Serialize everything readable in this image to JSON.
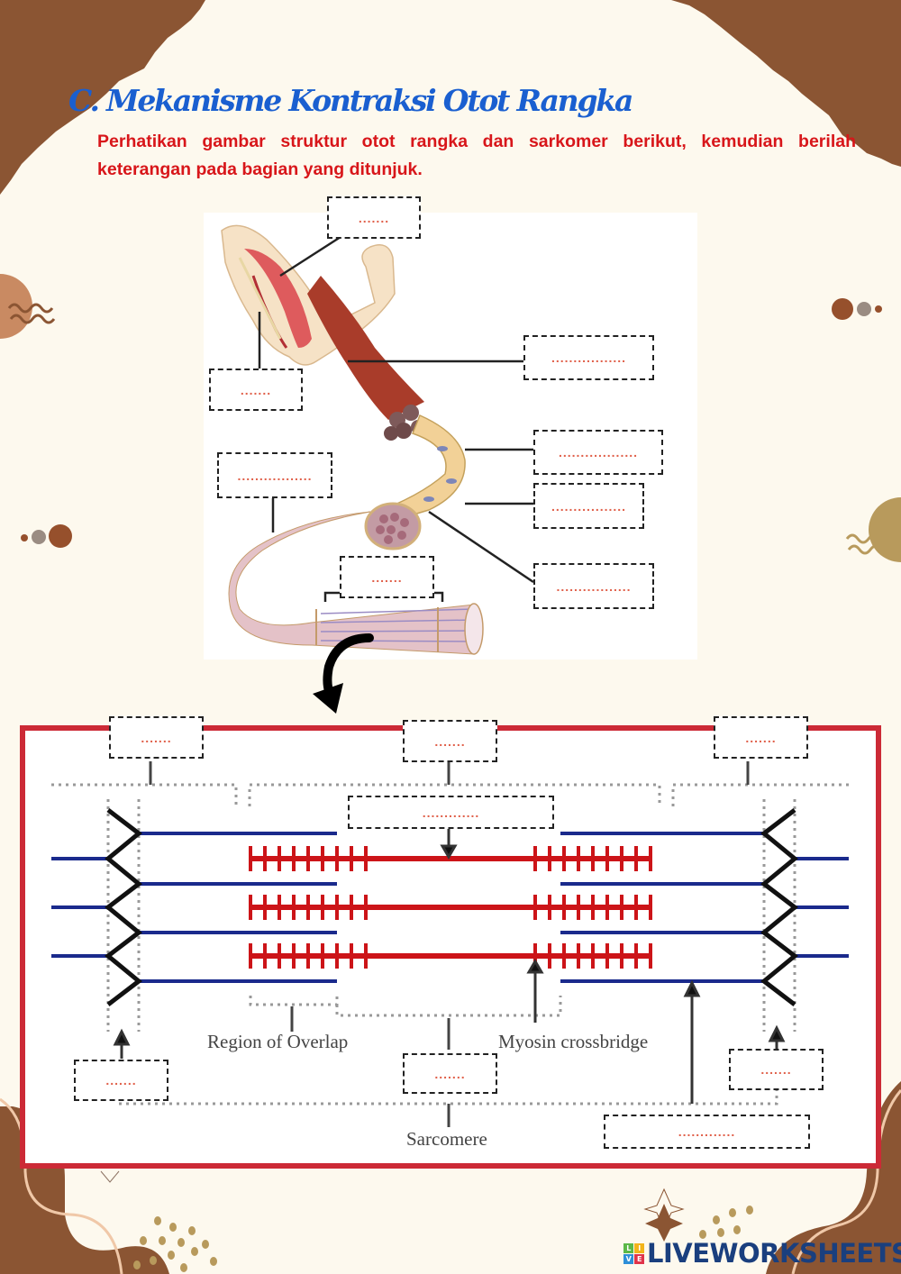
{
  "page": {
    "title": "C. Mekanisme Kontraksi Otot Rangka",
    "instruction": "Perhatikan gambar struktur otot rangka dan sarkomer berikut, kemudian berilah keterangan pada bagian yang ditunjuk."
  },
  "colors": {
    "background": "#fdf9ee",
    "title": "#1a5fd0",
    "instruction": "#d8161a",
    "brown": "#8b5533",
    "tan": "#b89a5c",
    "frame_red": "#cc2a36",
    "actin_blue": "#1a2a8c",
    "myosin_red": "#cc1418"
  },
  "muscle_diagram": {
    "answer_boxes": [
      {
        "id": "muscle-top",
        "placeholder": "......."
      },
      {
        "id": "muscle-left",
        "placeholder": "......."
      },
      {
        "id": "fascicle-right",
        "placeholder": "................."
      },
      {
        "id": "upper-right-1",
        "placeholder": ".................."
      },
      {
        "id": "upper-right-2",
        "placeholder": "................."
      },
      {
        "id": "left-middle",
        "placeholder": "................."
      },
      {
        "id": "bottom-center",
        "placeholder": "......."
      },
      {
        "id": "lower-right",
        "placeholder": "................."
      }
    ]
  },
  "sarcomere_diagram": {
    "answer_boxes": [
      {
        "id": "top-left",
        "placeholder": "......."
      },
      {
        "id": "top-center",
        "placeholder": "......."
      },
      {
        "id": "top-right",
        "placeholder": "......."
      },
      {
        "id": "m-line",
        "placeholder": "............."
      },
      {
        "id": "bottom-left",
        "placeholder": "......."
      },
      {
        "id": "bottom-center",
        "placeholder": "......."
      },
      {
        "id": "bottom-right",
        "placeholder": "......."
      },
      {
        "id": "actin",
        "placeholder": "............."
      }
    ],
    "labels": {
      "overlap": "Region of Overlap",
      "crossbridge": "Myosin crossbridge",
      "sarcomere": "Sarcomere"
    }
  },
  "footer": {
    "brand": "LIVEWORKSHEETS",
    "brand_tiles": [
      "L",
      "I",
      "V",
      "E"
    ]
  }
}
